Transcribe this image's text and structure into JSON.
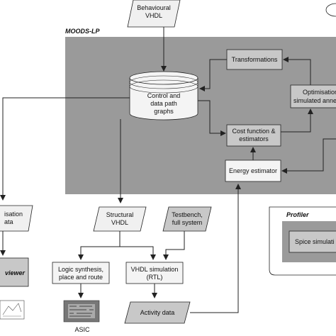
{
  "nodes": {
    "behavioural_vhdl": [
      "Behavioural",
      "VHDL"
    ],
    "moods_lp": "MOODS-LP",
    "cdfg": [
      "Control and",
      "data path",
      "graphs"
    ],
    "transformations": "Transformations",
    "optimisation": [
      "Optimisation",
      "simulated anne"
    ],
    "cost_function": [
      "Cost function &",
      "estimators"
    ],
    "energy_estimator": "Energy estimator",
    "left_para": [
      "isation",
      "ata"
    ],
    "viewer": "viewer",
    "structural_vhdl": [
      "Structural",
      "VHDL"
    ],
    "testbench": [
      "Testbench,",
      "full system"
    ],
    "logic_synthesis": [
      "Logic synthesis,",
      "place and route"
    ],
    "vhdl_sim": [
      "VHDL simulation",
      "(RTL)"
    ],
    "activity_data": "Activity data",
    "asic": "ASIC",
    "profiler": "Profiler",
    "spice": "Spice simulati"
  },
  "colors": {
    "panel": "#9a9a9a",
    "box": "#c8c8c8",
    "light_box": "#f0f0f0",
    "line": "#222222"
  }
}
